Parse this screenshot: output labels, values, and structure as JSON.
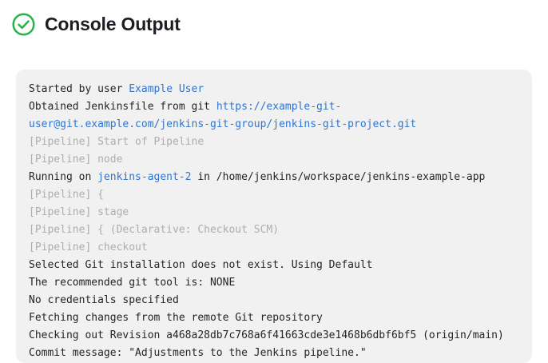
{
  "header": {
    "title": "Console Output",
    "status_icon": "check-circle-icon",
    "status_color": "#2bb24c"
  },
  "colors": {
    "panel_background": "#f1f1f1",
    "log_text": "#24242a",
    "log_dim_text": "#adadad",
    "link": "#2e74d0",
    "title": "#1d1d23"
  },
  "console": {
    "lines": [
      {
        "id": "started-by-user",
        "style": "normal",
        "segments": [
          {
            "text": "Started by user ",
            "link": false
          },
          {
            "text": "Example User",
            "link": true
          }
        ]
      },
      {
        "id": "obtained-jenkinsfile",
        "style": "normal",
        "segments": [
          {
            "text": "Obtained Jenkinsfile from git ",
            "link": false
          },
          {
            "text": "https://example-git-user@git.example.com/jenkins-git-group/jenkins-git-project.git",
            "link": true
          }
        ]
      },
      {
        "id": "pipeline-start",
        "style": "dim",
        "segments": [
          {
            "text": "[Pipeline] Start of Pipeline",
            "link": false
          }
        ]
      },
      {
        "id": "pipeline-node",
        "style": "dim",
        "segments": [
          {
            "text": "[Pipeline] node",
            "link": false
          }
        ]
      },
      {
        "id": "running-on-agent",
        "style": "normal",
        "segments": [
          {
            "text": "Running on ",
            "link": false
          },
          {
            "text": "jenkins-agent-2",
            "link": true
          },
          {
            "text": " in /home/jenkins/workspace/jenkins-example-app",
            "link": false
          }
        ]
      },
      {
        "id": "pipeline-open-brace",
        "style": "dim",
        "segments": [
          {
            "text": "[Pipeline] {",
            "link": false
          }
        ]
      },
      {
        "id": "pipeline-stage",
        "style": "dim",
        "segments": [
          {
            "text": "[Pipeline] stage",
            "link": false
          }
        ]
      },
      {
        "id": "pipeline-declarative-checkout",
        "style": "dim",
        "segments": [
          {
            "text": "[Pipeline] { (Declarative: Checkout SCM)",
            "link": false
          }
        ]
      },
      {
        "id": "pipeline-checkout",
        "style": "dim",
        "segments": [
          {
            "text": "[Pipeline] checkout",
            "link": false
          }
        ]
      },
      {
        "id": "selected-git-installation",
        "style": "normal",
        "segments": [
          {
            "text": "Selected Git installation does not exist. Using Default",
            "link": false
          }
        ]
      },
      {
        "id": "recommended-git-tool",
        "style": "normal",
        "segments": [
          {
            "text": "The recommended git tool is: NONE",
            "link": false
          }
        ]
      },
      {
        "id": "no-credentials",
        "style": "normal",
        "segments": [
          {
            "text": "No credentials specified",
            "link": false
          }
        ]
      },
      {
        "id": "fetching-changes",
        "style": "normal",
        "segments": [
          {
            "text": "Fetching changes from the remote Git repository",
            "link": false
          }
        ]
      },
      {
        "id": "checking-out-revision",
        "style": "normal",
        "segments": [
          {
            "text": "Checking out Revision a468a28db7c768a6f41663cde3e1468b6dbf6bf5 (origin/main)",
            "link": false
          }
        ]
      },
      {
        "id": "commit-message",
        "style": "normal",
        "segments": [
          {
            "text": "Commit message: \"Adjustments to the Jenkins pipeline.\"",
            "link": false
          }
        ]
      }
    ]
  }
}
